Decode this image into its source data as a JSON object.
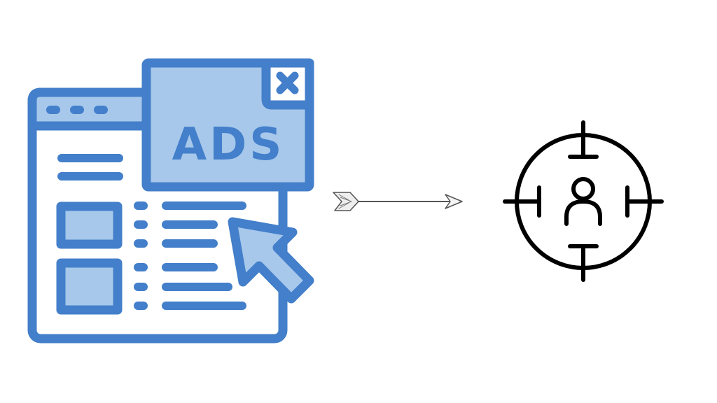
{
  "diagram": {
    "description": "Ad browser window flows to targeted user",
    "colors": {
      "stroke": "#437fca",
      "fill": "#a7c8eb",
      "background": "#ffffff",
      "target": "#000000",
      "arrow": "#555555"
    },
    "nodes": [
      {
        "id": "ads-window",
        "label": "ADS",
        "icon": "browser-ad-icon",
        "close_glyph": "×",
        "title_bar_dots": 3,
        "image_blocks": 2,
        "text_lines": 8
      },
      {
        "id": "target-user",
        "label": "",
        "icon": "crosshair-user-icon"
      }
    ],
    "edges": [
      {
        "from": "ads-window",
        "to": "target-user",
        "style": "feathered-arrow"
      }
    ]
  }
}
